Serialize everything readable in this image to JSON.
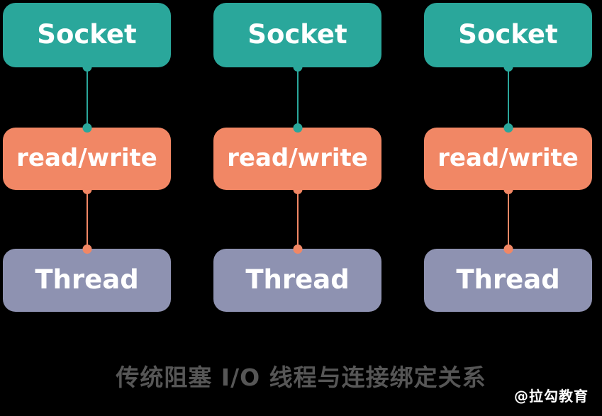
{
  "diagram": {
    "caption": "传统阻塞 I/O 线程与连接绑定关系",
    "watermark": "@拉勾教育",
    "colors": {
      "background": "#000000",
      "socket_box": "#2AA79B",
      "read_write_box": "#F18765",
      "thread_box": "#8E92B1",
      "socket_connector": "#2AA79B",
      "thread_connector": "#F18765",
      "node_label_text": "#FFFFFF",
      "caption_text": "#565656",
      "watermark_text": "#FFFFFF"
    },
    "columns": [
      {
        "nodes": [
          {
            "label": "Socket"
          },
          {
            "label": "read/write"
          },
          {
            "label": "Thread"
          }
        ]
      },
      {
        "nodes": [
          {
            "label": "Socket"
          },
          {
            "label": "read/write"
          },
          {
            "label": "Thread"
          }
        ]
      },
      {
        "nodes": [
          {
            "label": "Socket"
          },
          {
            "label": "read/write"
          },
          {
            "label": "Thread"
          }
        ]
      }
    ]
  }
}
